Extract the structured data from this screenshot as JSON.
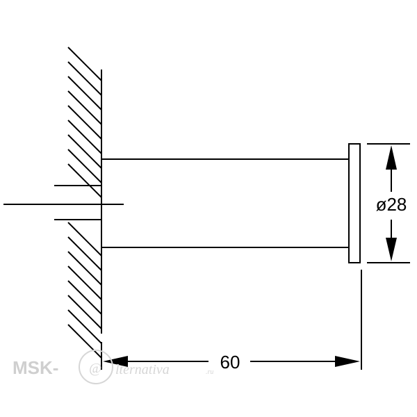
{
  "drawing": {
    "length_label": "60",
    "diameter_label": "ø28",
    "line_color": "#000000"
  },
  "watermark": {
    "prefix": "MSK-",
    "at_glyph": "@",
    "word": "lternativa",
    "suffix": ".ru",
    "color": "#cfcfcf"
  }
}
